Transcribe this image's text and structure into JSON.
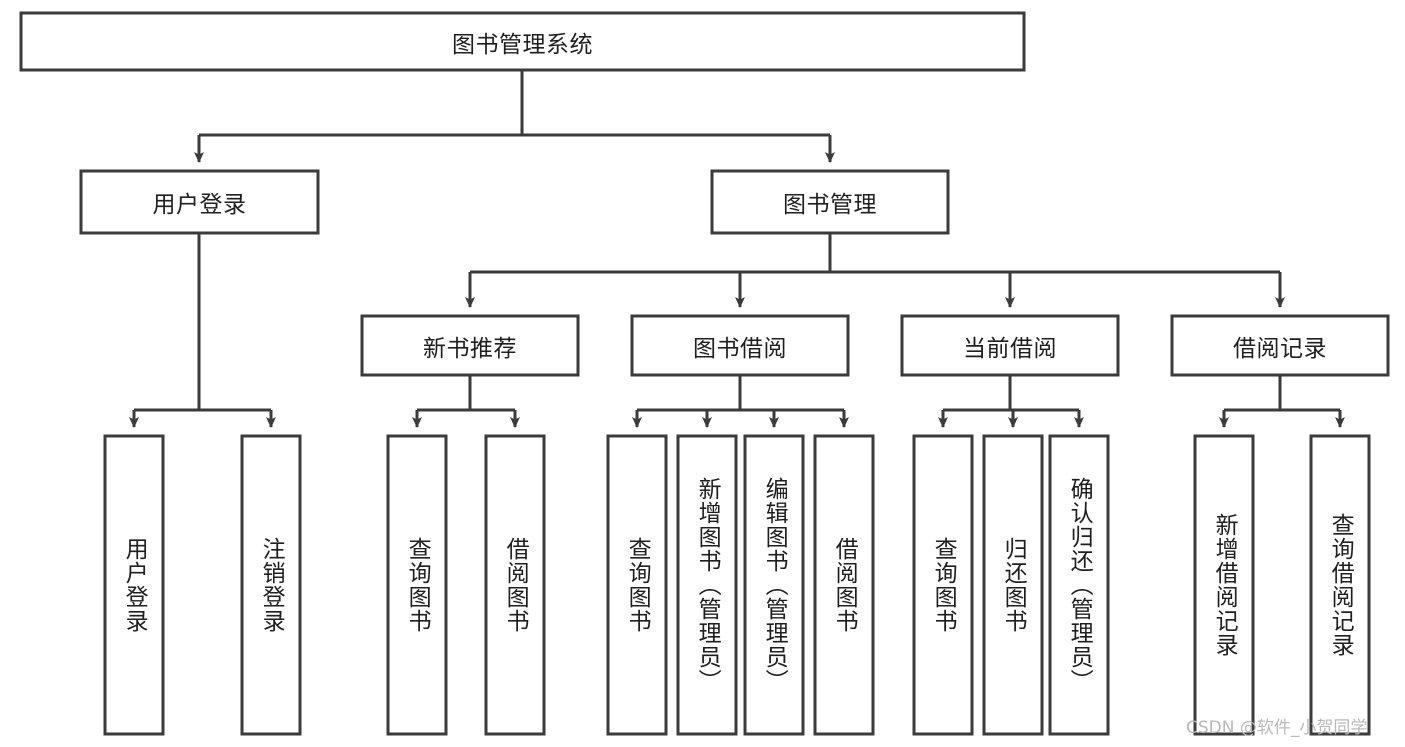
{
  "diagram": {
    "title": "图书管理系统",
    "watermark": "CSDN @软件_小贺同学",
    "colors": {
      "stroke": "#3b3b3b",
      "fill": "#ffffff",
      "text": "#1f1f1f",
      "watermark": "#b9b9b9"
    },
    "levels": {
      "root": {
        "label": "图书管理系统"
      },
      "level2": [
        {
          "label": "用户登录"
        },
        {
          "label": "图书管理"
        }
      ],
      "level3": [
        {
          "label": "新书推荐"
        },
        {
          "label": "图书借阅"
        },
        {
          "label": "当前借阅"
        },
        {
          "label": "借阅记录"
        }
      ],
      "leaves": [
        {
          "label": "用户登录",
          "parent": "用户登录"
        },
        {
          "label": "注销登录",
          "parent": "用户登录"
        },
        {
          "label": "查询图书",
          "parent": "新书推荐"
        },
        {
          "label": "借阅图书",
          "parent": "新书推荐"
        },
        {
          "label": "查询图书",
          "parent": "图书借阅"
        },
        {
          "label": "新增图书（管理员）",
          "parent": "图书借阅"
        },
        {
          "label": "编辑图书（管理员）",
          "parent": "图书借阅"
        },
        {
          "label": "借阅图书",
          "parent": "图书借阅"
        },
        {
          "label": "查询图书",
          "parent": "当前借阅"
        },
        {
          "label": "归还图书",
          "parent": "当前借阅"
        },
        {
          "label": "确认归还（管理员）",
          "parent": "当前借阅"
        },
        {
          "label": "新增借阅记录",
          "parent": "借阅记录"
        },
        {
          "label": "查询借阅记录",
          "parent": "借阅记录"
        }
      ]
    }
  }
}
